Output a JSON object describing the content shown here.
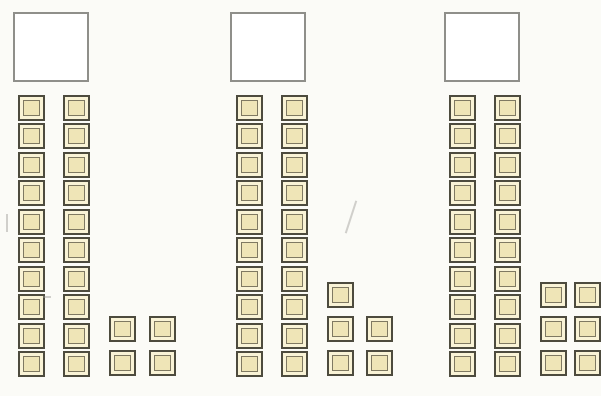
{
  "title": "",
  "groups": [
    {
      "id": "group-1",
      "tens": 2,
      "ones": 4
    },
    {
      "id": "group-2",
      "tens": 2,
      "ones": 5
    },
    {
      "id": "group-3",
      "tens": 2,
      "ones": 6
    }
  ],
  "colors": {
    "block_fill": "#efe5b7",
    "block_border": "#4d4b3e",
    "answer_box_border": "#8f8f8a",
    "background": "#fbfbf7"
  }
}
